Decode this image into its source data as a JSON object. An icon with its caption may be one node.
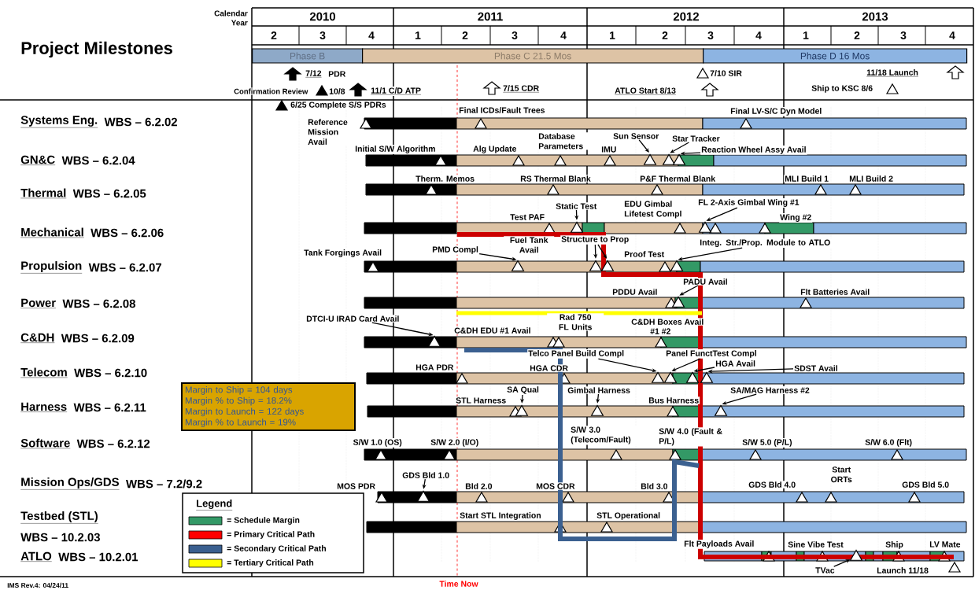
{
  "diagram": {
    "title": "Project Milestones",
    "nodes": [
      {
        "text": [
          "Phase B"
        ]
      },
      {
        "text": [
          "Phase C 21.5 Mos"
        ]
      },
      {
        "text": [
          "Phase D 16 Mos"
        ]
      },
      {
        "text": [
          "Margin to Ship = 104 days",
          "Margin % to Ship = 18.2%",
          "Margin to Launch = 122 days",
          "Margin % to Launch = 19%"
        ]
      },
      {
        "text": [
          "Sun Sensor"
        ]
      },
      {
        "text": [
          "Star Tracker"
        ]
      },
      {
        "text": [
          "Reaction Wheel Assy Avail"
        ]
      },
      {
        "text": [
          "Static Test"
        ]
      },
      {
        "text": [
          "FL 2-Axis Gimbal Wing #1"
        ]
      },
      {
        "text": [
          "PMD Compl"
        ]
      },
      {
        "text": [
          "Structure to Prop"
        ]
      },
      {
        "text": [
          "Integ. Str./Prop. Module to ATLO"
        ]
      },
      {
        "text": [
          "PADU Avail"
        ]
      },
      {
        "text": [
          "DTCI-U IRAD Card Avail"
        ]
      },
      {
        "text": [
          "Telco Panel Build Compl"
        ]
      },
      {
        "text": [
          "Panel FunctTest Compl"
        ]
      },
      {
        "text": [
          "HGA Avail"
        ]
      },
      {
        "text": [
          "SDST Avail"
        ]
      },
      {
        "text": [
          "SA Qual"
        ]
      },
      {
        "text": [
          "Gimbal Harness"
        ]
      },
      {
        "text": [
          "SA/MAG Harness #2"
        ]
      },
      {
        "text": [
          "GDS Bld 1.0"
        ]
      },
      {
        "text": [
          "TVac"
        ]
      },
      {
        "text": [],
        "shape": "triangle"
      },
      {
        "text": [],
        "shape": "triangle"
      },
      {
        "text": [],
        "shape": "triangle"
      },
      {
        "text": [],
        "shape": "triangle"
      },
      {
        "text": [],
        "shape": "triangle"
      },
      {
        "text": [],
        "shape": "triangle"
      },
      {
        "text": [],
        "shape": "triangle"
      },
      {
        "text": [],
        "shape": "triangle"
      },
      {
        "text": [],
        "shape": "triangle"
      },
      {
        "text": [],
        "shape": "triangle"
      },
      {
        "text": [],
        "shape": "triangle"
      },
      {
        "text": [],
        "shape": "triangle"
      },
      {
        "text": [],
        "shape": "triangle"
      },
      {
        "text": [],
        "shape": "triangle"
      },
      {
        "text": [],
        "shape": "triangle"
      },
      {
        "text": [],
        "shape": "triangle"
      },
      {
        "text": [],
        "shape": "triangle"
      },
      {
        "text": [],
        "shape": "triangle"
      },
      {
        "text": [],
        "shape": "triangle"
      },
      {
        "text": [],
        "shape": "triangle"
      }
    ],
    "edges": [
      {
        "from": 4,
        "to": 23,
        "arrow": "to"
      },
      {
        "from": 5,
        "to": 24,
        "arrow": "to"
      },
      {
        "from": 6,
        "to": 25,
        "arrow": "to"
      },
      {
        "from": 7,
        "to": 26,
        "arrow": "to"
      },
      {
        "from": 8,
        "to": 27,
        "arrow": "to"
      },
      {
        "from": 9,
        "to": 28,
        "arrow": "to"
      },
      {
        "from": 10,
        "to": 29,
        "arrow": "to"
      },
      {
        "from": 10,
        "to": 30,
        "arrow": "to"
      },
      {
        "from": 11,
        "to": 31,
        "arrow": "to"
      },
      {
        "from": 12,
        "to": 32,
        "arrow": "to"
      },
      {
        "from": 13,
        "to": 33,
        "arrow": "to"
      },
      {
        "from": 14,
        "to": 34,
        "arrow": "to"
      },
      {
        "from": 15,
        "to": 35,
        "arrow": "to"
      },
      {
        "from": 16,
        "to": 36,
        "arrow": "to"
      },
      {
        "from": 17,
        "to": 37,
        "arrow": "to"
      },
      {
        "from": 18,
        "to": 38,
        "arrow": "to"
      },
      {
        "from": 19,
        "to": 39,
        "arrow": "to"
      },
      {
        "from": 20,
        "to": 40,
        "arrow": "to"
      },
      {
        "from": 21,
        "to": 41,
        "arrow": "to"
      },
      {
        "from": 22,
        "to": 42,
        "arrow": "to"
      }
    ],
    "labels": [
      "Calendar Year",
      "2010",
      "2011",
      "2012",
      "2013",
      "2",
      "3",
      "4",
      "1",
      "2",
      "3",
      "4",
      "1",
      "2",
      "3",
      "4",
      "1",
      "2",
      "3",
      "4",
      "7/12",
      "PDR",
      "Confirmation Review",
      "11/1 C/D ATP",
      "7/15 CDR",
      "7/10 SIR",
      "ATLO Start 8/13",
      "11/18 Launch",
      "Ship to KSC 8/6",
      "6/25 Complete S/S PDRs",
      "10/8",
      "Systems Eng.",
      "WBS – 6.2.02",
      "GN&C",
      "WBS – 6.2.04",
      "Thermal",
      "WBS – 6.2.05",
      "Mechanical",
      "WBS – 6.2.06",
      "Propulsion",
      "WBS – 6.2.07",
      "Power",
      "WBS – 6.2.08",
      "C&DH",
      "WBS – 6.2.09",
      "Telecom",
      "WBS – 6.2.10",
      "Harness",
      "WBS – 6.2.11",
      "Software",
      "WBS – 6.2.12",
      "Mission Ops/GDS",
      "WBS – 7.2/9.2",
      "Testbed (STL)",
      "WBS – 10.2.03",
      "ATLO",
      "WBS – 10.2.01",
      "Final ICDs/Fault Trees",
      "Reference Mission Avail",
      "Final LV-S/C Dyn Model",
      "Initial S/W Algorithm",
      "Alg Update",
      "Database Parameters",
      "IMU",
      "Therm. Memos",
      "RS Thermal Blank",
      "P&F Thermal Blank",
      "MLI Build 1",
      "MLI Build 2",
      "Test PAF",
      "EDU Gimbal Lifetest Compl",
      "Wing #2",
      "Tank Forgings Avail",
      "Fuel Tank Avail",
      "Proof Test",
      "PDDU Avail",
      "Flt Batteries Avail",
      "C&DH EDU #1 Avail",
      "Rad 750 FL Units",
      "C&DH Boxes Avail",
      "#1 #2",
      "HGA PDR",
      "HGA CDR",
      "STL Harness",
      "Bus Harness",
      "S/W 1.0 (OS)",
      "S/W 2.0 (I/O)",
      "S/W 3.0 (Telecom/Fault)",
      "S/W 4.0 (Fault & P/L)",
      "S/W 5.0 (P/L)",
      "S/W 6.0 (Flt)",
      "MOS PDR",
      "Bld 2.0",
      "MOS CDR",
      "Bld 3.0",
      "GDS Bld 4.0",
      "Start ORTs",
      "GDS Bld 5.0",
      "Start STL Integration",
      "STL Operational",
      "Flt Payloads Avail",
      "Sine Vibe Test",
      "Ship",
      "LV Mate",
      "Launch 11/18",
      "Legend",
      "IMS Rev.4: 04/24/11",
      "Time Now"
    ],
    "legend": [
      {
        "text": "= Schedule Margin",
        "color": "#339966"
      },
      {
        "text": "= Primary Critical Path",
        "color": "#ff0000"
      },
      {
        "text": "= Secondary Critical Path",
        "color": "#3a5f8f"
      },
      {
        "text": "= Tertiary Critical Path",
        "color": "#ffff00"
      }
    ]
  }
}
